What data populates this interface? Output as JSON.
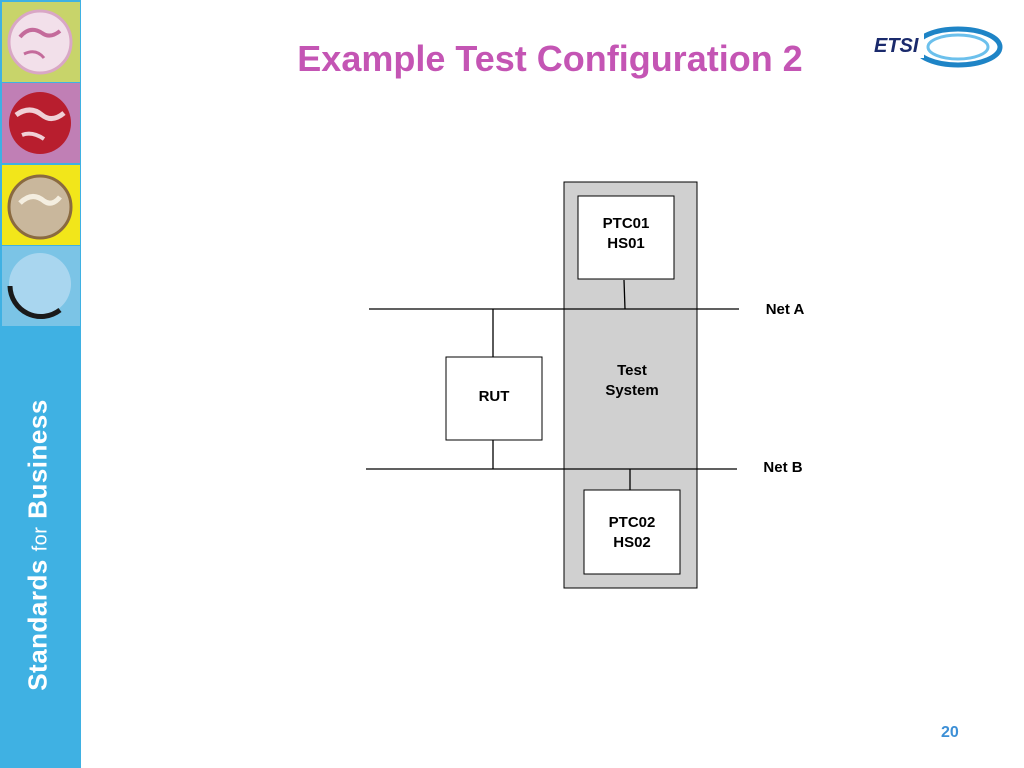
{
  "sidebar": {
    "brand_word1": "Standards",
    "brand_word2": "for",
    "brand_word3": "Business",
    "tiles": [
      {
        "icon": "white-globe-icon",
        "bg": "#c8d46a"
      },
      {
        "icon": "red-globe-icon",
        "bg": "#c07fb5"
      },
      {
        "icon": "gold-globe-icon",
        "bg": "#f2e61a"
      },
      {
        "icon": "blue-globe-icon",
        "bg": "#7bc4e6"
      }
    ]
  },
  "title": "Example Test Configuration 2",
  "logo": {
    "text": "ETSI",
    "icon": "etsi-logo"
  },
  "diagram": {
    "test_system_label": [
      "Test",
      "System"
    ],
    "ptc01": [
      "PTC01",
      "HS01"
    ],
    "ptc02": [
      "PTC02",
      "HS02"
    ],
    "rut": "RUT",
    "net_a": "Net A",
    "net_b": "Net B"
  },
  "page_number": "20",
  "colors": {
    "title": "#c455b4",
    "sidebar": "#3fb1e3",
    "test_system_fill": "#d0d0d0",
    "page_number": "#3c8fd6"
  }
}
